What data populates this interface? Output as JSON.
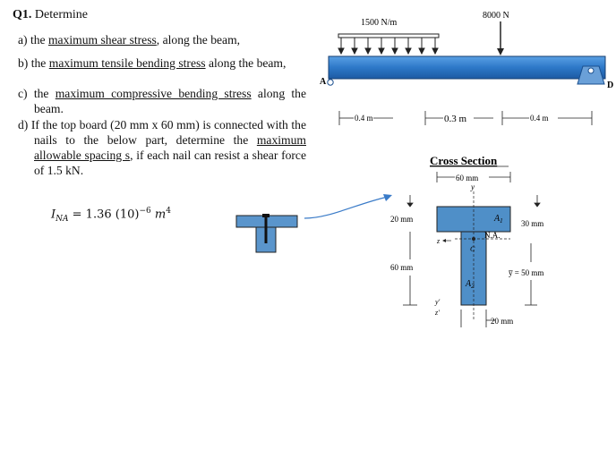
{
  "question": {
    "number": "Q1.",
    "title": "Determine",
    "parts": [
      {
        "letter": "a)",
        "pre": "the ",
        "ul": "maximum shear stress",
        "post": ", along the beam,"
      },
      {
        "letter": "b)",
        "pre": "the ",
        "ul": "maximum tensile bending stress",
        "post": " along the beam,"
      },
      {
        "letter": "c)",
        "pre": "the ",
        "ul": "maximum compressive bending stress",
        "post": " along the beam."
      },
      {
        "letter": "d)",
        "pre": "If the top board (20 mm x 60 mm) is connected with the nails to the below part, determine the ",
        "ul": "maximum allowable spacing s",
        "post": ", if each nail can resist a shear force of 1.5 kN."
      }
    ]
  },
  "ina": {
    "lhs": "I",
    "sub": "NA",
    "rhs": "= 1.36 (10)",
    "exp": "−6",
    "unit": "m",
    "unit_exp": "4"
  },
  "beam": {
    "distributed_load": "1500 N/m",
    "point_load": "8000 N",
    "support_left": "A",
    "support_right": "D",
    "dim_1": "0.4 m",
    "dim_2": "0.3 m",
    "dim_3": "0.4 m"
  },
  "cross_section": {
    "title": "Cross Section",
    "width_label": "60 mm",
    "y_label": "y",
    "top_thickness": "20 mm",
    "web_height": "60 mm",
    "a1": "A",
    "a1_sub": "1",
    "a2": "A",
    "a2_sub": "2",
    "na": "N.A.",
    "c_label": "C",
    "z_label": "z",
    "zprime_label": "z'",
    "yprime_label": "y'",
    "d30": "30 mm",
    "ybar": "y̅ = 50 mm",
    "web_width": "20 mm"
  },
  "colors": {
    "beam_blue": "#2f7fd0",
    "beam_dark": "#1a4f8e",
    "support": "#6aa0d8",
    "arrow": "#3a7bc8",
    "tee_fill": "#4f8fc8"
  }
}
